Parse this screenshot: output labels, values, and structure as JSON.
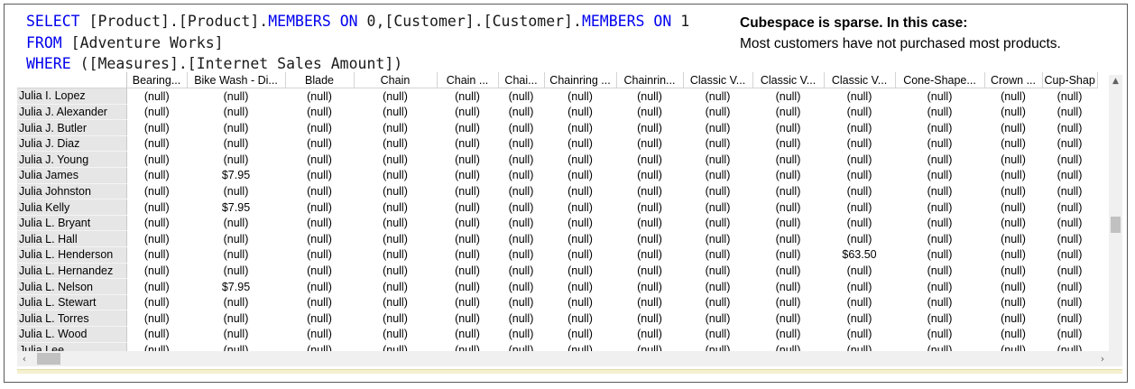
{
  "query": {
    "line1": {
      "p1": "SELECT",
      "p2": " [Product].[Product].",
      "p3": "MEMBERS ON",
      "p4": " 0,[Customer].[Customer].",
      "p5": "MEMBERS ON",
      "p6": " 1"
    },
    "line2": {
      "p1": "FROM",
      "p2": " [Adventure Works]"
    },
    "line3": {
      "p1": "WHERE",
      "p2": " ([Measures].[Internet Sales Amount])"
    }
  },
  "note": {
    "heading": "Cubespace is sparse. In this case:",
    "body": "Most customers have not purchased most products."
  },
  "grid": {
    "columns": [
      "Bearing...",
      "Bike Wash - Di...",
      "Blade",
      "Chain",
      "Chain ...",
      "Chai...",
      "Chainring ...",
      "Chainrin...",
      "Classic V...",
      "Classic V...",
      "Classic V...",
      "Cone-Shape...",
      "Crown ...",
      "Cup-Shap"
    ],
    "rows": [
      {
        "name": "Julia I. Lopez",
        "values": [
          "(null)",
          "(null)",
          "(null)",
          "(null)",
          "(null)",
          "(null)",
          "(null)",
          "(null)",
          "(null)",
          "(null)",
          "(null)",
          "(null)",
          "(null)",
          "(null)"
        ]
      },
      {
        "name": "Julia J. Alexander",
        "values": [
          "(null)",
          "(null)",
          "(null)",
          "(null)",
          "(null)",
          "(null)",
          "(null)",
          "(null)",
          "(null)",
          "(null)",
          "(null)",
          "(null)",
          "(null)",
          "(null)"
        ]
      },
      {
        "name": "Julia J. Butler",
        "values": [
          "(null)",
          "(null)",
          "(null)",
          "(null)",
          "(null)",
          "(null)",
          "(null)",
          "(null)",
          "(null)",
          "(null)",
          "(null)",
          "(null)",
          "(null)",
          "(null)"
        ]
      },
      {
        "name": "Julia J. Diaz",
        "values": [
          "(null)",
          "(null)",
          "(null)",
          "(null)",
          "(null)",
          "(null)",
          "(null)",
          "(null)",
          "(null)",
          "(null)",
          "(null)",
          "(null)",
          "(null)",
          "(null)"
        ]
      },
      {
        "name": "Julia J. Young",
        "values": [
          "(null)",
          "(null)",
          "(null)",
          "(null)",
          "(null)",
          "(null)",
          "(null)",
          "(null)",
          "(null)",
          "(null)",
          "(null)",
          "(null)",
          "(null)",
          "(null)"
        ]
      },
      {
        "name": "Julia James",
        "values": [
          "(null)",
          "$7.95",
          "(null)",
          "(null)",
          "(null)",
          "(null)",
          "(null)",
          "(null)",
          "(null)",
          "(null)",
          "(null)",
          "(null)",
          "(null)",
          "(null)"
        ]
      },
      {
        "name": "Julia Johnston",
        "values": [
          "(null)",
          "(null)",
          "(null)",
          "(null)",
          "(null)",
          "(null)",
          "(null)",
          "(null)",
          "(null)",
          "(null)",
          "(null)",
          "(null)",
          "(null)",
          "(null)"
        ]
      },
      {
        "name": "Julia Kelly",
        "values": [
          "(null)",
          "$7.95",
          "(null)",
          "(null)",
          "(null)",
          "(null)",
          "(null)",
          "(null)",
          "(null)",
          "(null)",
          "(null)",
          "(null)",
          "(null)",
          "(null)"
        ]
      },
      {
        "name": "Julia L. Bryant",
        "values": [
          "(null)",
          "(null)",
          "(null)",
          "(null)",
          "(null)",
          "(null)",
          "(null)",
          "(null)",
          "(null)",
          "(null)",
          "(null)",
          "(null)",
          "(null)",
          "(null)"
        ]
      },
      {
        "name": "Julia L. Hall",
        "values": [
          "(null)",
          "(null)",
          "(null)",
          "(null)",
          "(null)",
          "(null)",
          "(null)",
          "(null)",
          "(null)",
          "(null)",
          "(null)",
          "(null)",
          "(null)",
          "(null)"
        ]
      },
      {
        "name": "Julia L. Henderson",
        "values": [
          "(null)",
          "(null)",
          "(null)",
          "(null)",
          "(null)",
          "(null)",
          "(null)",
          "(null)",
          "(null)",
          "(null)",
          "$63.50",
          "(null)",
          "(null)",
          "(null)"
        ]
      },
      {
        "name": "Julia L. Hernandez",
        "values": [
          "(null)",
          "(null)",
          "(null)",
          "(null)",
          "(null)",
          "(null)",
          "(null)",
          "(null)",
          "(null)",
          "(null)",
          "(null)",
          "(null)",
          "(null)",
          "(null)"
        ]
      },
      {
        "name": "Julia L. Nelson",
        "values": [
          "(null)",
          "$7.95",
          "(null)",
          "(null)",
          "(null)",
          "(null)",
          "(null)",
          "(null)",
          "(null)",
          "(null)",
          "(null)",
          "(null)",
          "(null)",
          "(null)"
        ]
      },
      {
        "name": "Julia L. Stewart",
        "values": [
          "(null)",
          "(null)",
          "(null)",
          "(null)",
          "(null)",
          "(null)",
          "(null)",
          "(null)",
          "(null)",
          "(null)",
          "(null)",
          "(null)",
          "(null)",
          "(null)"
        ]
      },
      {
        "name": "Julia L. Torres",
        "values": [
          "(null)",
          "(null)",
          "(null)",
          "(null)",
          "(null)",
          "(null)",
          "(null)",
          "(null)",
          "(null)",
          "(null)",
          "(null)",
          "(null)",
          "(null)",
          "(null)"
        ]
      },
      {
        "name": "Julia L. Wood",
        "values": [
          "(null)",
          "(null)",
          "(null)",
          "(null)",
          "(null)",
          "(null)",
          "(null)",
          "(null)",
          "(null)",
          "(null)",
          "(null)",
          "(null)",
          "(null)",
          "(null)"
        ]
      },
      {
        "name": "Julia Lee",
        "values": [
          "(null)",
          "(null)",
          "(null)",
          "(null)",
          "(null)",
          "(null)",
          "(null)",
          "(null)",
          "(null)",
          "(null)",
          "(null)",
          "(null)",
          "(null)",
          "(null)"
        ]
      }
    ]
  },
  "scrollbars": {
    "up_icon": "arrow-up-icon",
    "left_icon": "arrow-left-icon",
    "right_icon": "arrow-right-icon"
  }
}
